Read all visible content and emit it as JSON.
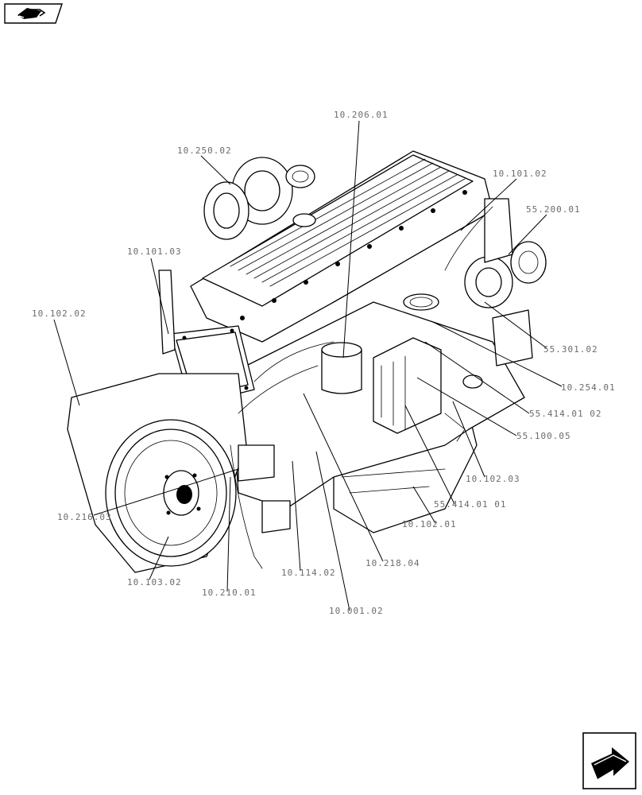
{
  "nav": {
    "back_button_icon": "turn-arrow-icon",
    "next_button_icon": "forward-arrow-icon"
  },
  "callouts": {
    "c_10_206_01": "10.206.01",
    "c_10_250_02": "10.250.02",
    "c_10_101_02": "10.101.02",
    "c_55_200_01": "55.200.01",
    "c_10_101_03": "10.101.03",
    "c_10_102_02": "10.102.02",
    "c_55_301_02": "55.301.02",
    "c_10_254_01": "10.254.01",
    "c_55_414_01_02": "55.414.01 02",
    "c_55_100_05": "55.100.05",
    "c_10_102_03": "10.102.03",
    "c_55_414_01_01": "55.414.01 01",
    "c_10_216_03": "10.216.03",
    "c_10_102_01": "10.102.01",
    "c_10_218_04": "10.218.04",
    "c_10_114_02": "10.114.02",
    "c_10_103_02": "10.103.02",
    "c_10_210_01": "10.210.01",
    "c_10_001_02": "10.001.02"
  }
}
